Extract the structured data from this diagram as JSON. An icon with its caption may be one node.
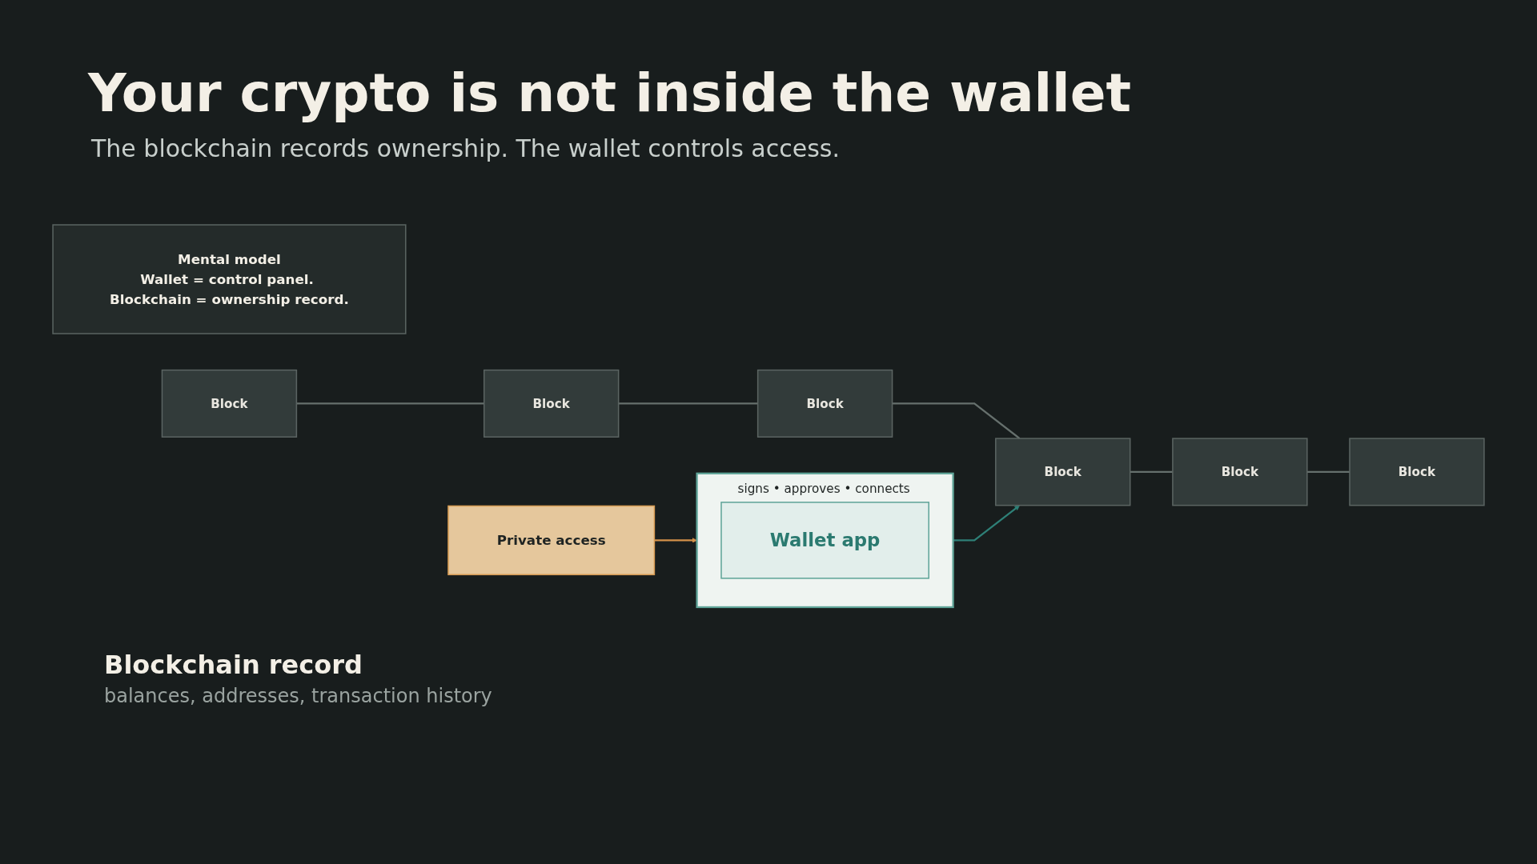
{
  "diagram": {
    "title": "Your crypto is not inside the wallet",
    "nodes": [
      {
        "text": [
          "Mental model",
          "Wallet = control panel. Blockchain = ownership record."
        ]
      },
      {
        "text": [
          "Private access"
        ]
      },
      {
        "text": [
          "signs • approves • connects"
        ]
      },
      {
        "text": [
          "Wallet app"
        ],
        "in": 2
      },
      {
        "text": [
          "Block"
        ]
      },
      {
        "text": [
          "Block"
        ]
      },
      {
        "text": [
          "Block"
        ]
      },
      {
        "text": [
          "Block"
        ]
      },
      {
        "text": [
          "Block"
        ]
      },
      {
        "text": [
          "Block"
        ]
      }
    ],
    "edges": [
      {
        "from": 1,
        "to": 2,
        "arrow": "to",
        "color": "#d4914a"
      },
      {
        "from": 2,
        "to": 7,
        "arrow": "to",
        "color": "#2e8077"
      },
      {
        "from": 4,
        "to": 5,
        "arrow": "none"
      },
      {
        "from": 5,
        "to": 6,
        "arrow": "none"
      },
      {
        "from": 6,
        "to": 7,
        "arrow": "none"
      },
      {
        "from": 7,
        "to": 8,
        "arrow": "none"
      },
      {
        "from": 8,
        "to": 9,
        "arrow": "none"
      }
    ],
    "labels": [
      "The blockchain records ownership. The wallet controls access.",
      "Blockchain record",
      "balances, addresses, transaction history"
    ]
  }
}
